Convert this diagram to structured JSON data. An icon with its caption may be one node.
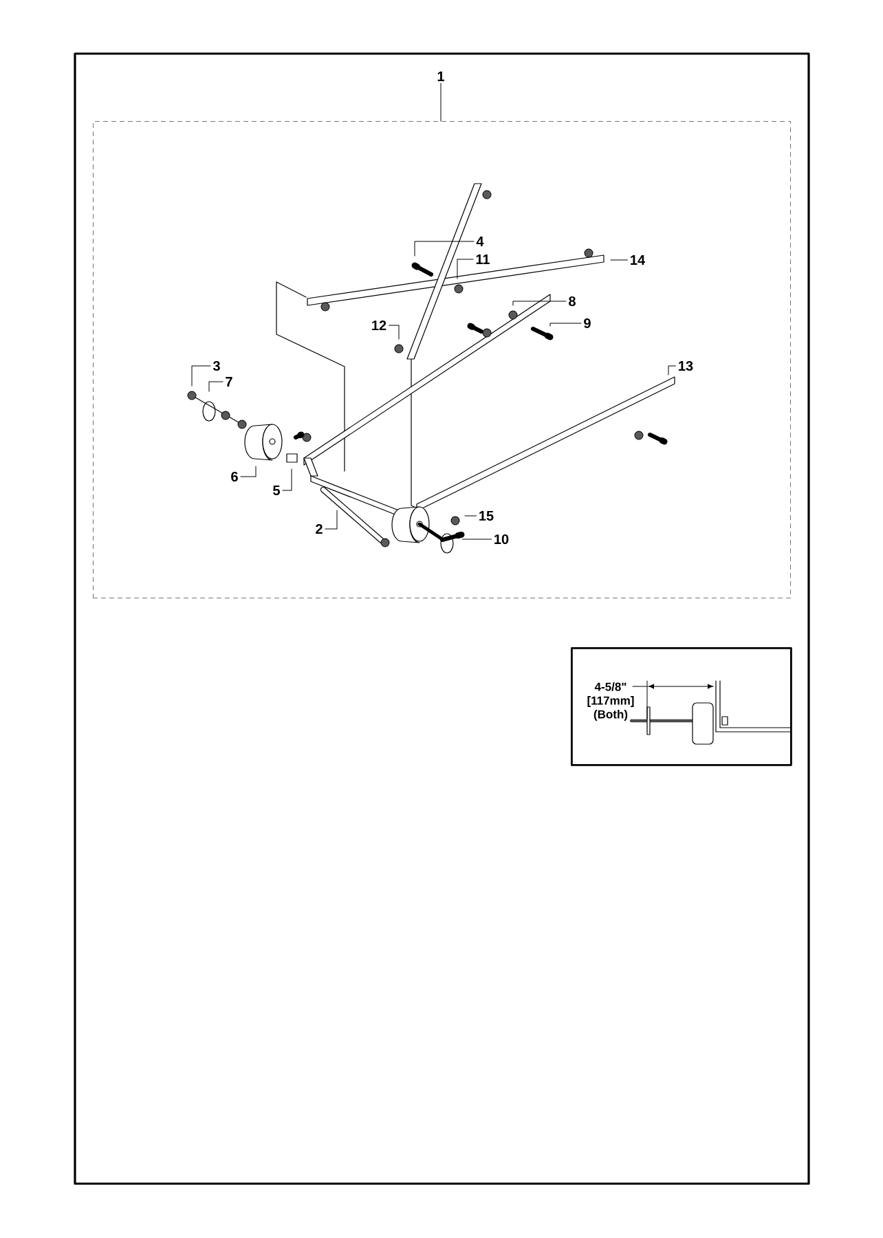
{
  "diagram": {
    "nodes": [
      {
        "text": [
          "1"
        ]
      },
      {
        "text": [],
        "shape": "box"
      },
      {
        "text": [
          "4"
        ],
        "in": 1
      },
      {
        "text": [
          "11"
        ],
        "in": 1
      },
      {
        "text": [
          "14"
        ],
        "in": 1
      },
      {
        "text": [
          "8"
        ],
        "in": 1
      },
      {
        "text": [
          "9"
        ],
        "in": 1
      },
      {
        "text": [
          "12"
        ],
        "in": 1
      },
      {
        "text": [
          "3"
        ],
        "in": 1
      },
      {
        "text": [
          "13"
        ],
        "in": 1
      },
      {
        "text": [
          "7"
        ],
        "in": 1
      },
      {
        "text": [
          "6"
        ],
        "in": 1
      },
      {
        "text": [
          "5"
        ],
        "in": 1
      },
      {
        "text": [
          "15"
        ],
        "in": 1
      },
      {
        "text": [
          "2"
        ],
        "in": 1
      },
      {
        "text": [
          "10"
        ],
        "in": 1
      },
      {
        "text": [
          "4-5/8\" [117mm] (Both)"
        ]
      },
      {
        "text": [],
        "shape": "bolt",
        "in": 1
      }
    ],
    "edges": [
      {
        "from": 0,
        "to": 1,
        "arrow": "none"
      },
      {
        "from": 2,
        "to": null,
        "arrow": "none"
      },
      {
        "from": 3,
        "to": null,
        "arrow": "none"
      },
      {
        "from": 4,
        "to": null,
        "arrow": "none"
      },
      {
        "from": 5,
        "to": null,
        "arrow": "none"
      },
      {
        "from": 6,
        "to": null,
        "arrow": "none"
      },
      {
        "from": 7,
        "to": null,
        "arrow": "none"
      },
      {
        "from": 8,
        "to": null,
        "arrow": "none"
      },
      {
        "from": 9,
        "to": null,
        "arrow": "none"
      },
      {
        "from": 10,
        "to": null,
        "arrow": "none"
      },
      {
        "from": 11,
        "to": null,
        "arrow": "none"
      },
      {
        "from": 12,
        "to": null,
        "arrow": "none"
      },
      {
        "from": 13,
        "to": null,
        "arrow": "none"
      },
      {
        "from": 14,
        "to": null,
        "arrow": "none"
      },
      {
        "from": 15,
        "to": 17,
        "arrow": "none"
      }
    ]
  }
}
